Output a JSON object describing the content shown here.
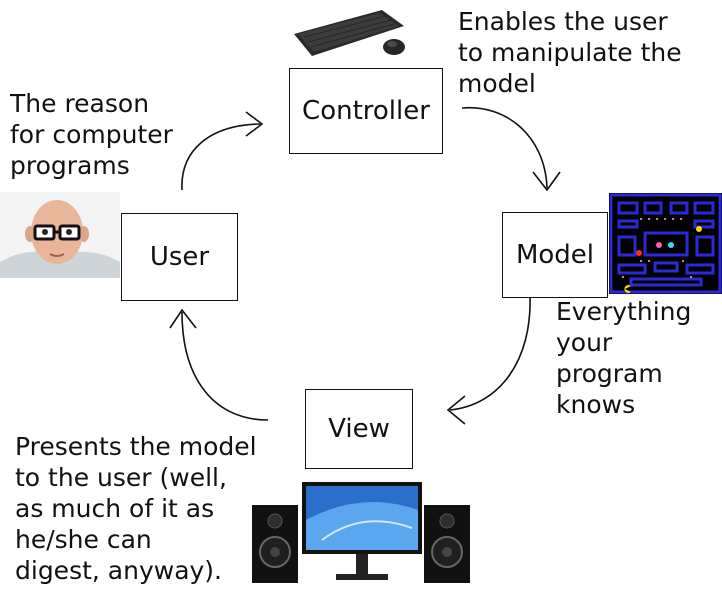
{
  "nodes": {
    "controller": "Controller",
    "model": "Model",
    "view": "View",
    "user": "User"
  },
  "captions": {
    "controller": "Enables the user\nto manipulate the\nmodel",
    "user": "The reason\nfor computer\nprograms",
    "model": "Everything\nyour\nprogram\nknows",
    "view": "Presents the model\nto the user (well,\nas much of it as\nhe/she can\ndigest, anyway)."
  },
  "images": {
    "controller": "keyboard-and-mouse",
    "user": "man-with-glasses",
    "model": "pacman-game",
    "view": "monitor-with-speakers"
  },
  "colors": {
    "stroke": "#111111",
    "pacman_bg": "#000000",
    "pacman_wall": "#2a2ad8"
  }
}
